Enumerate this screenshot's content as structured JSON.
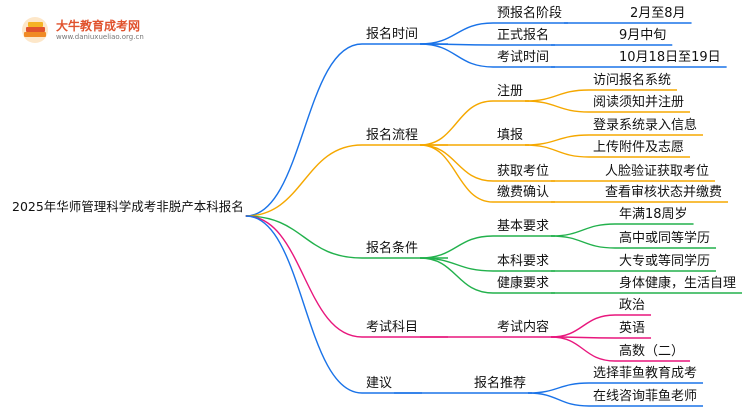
{
  "logo": {
    "title": "大牛教育成考网",
    "url": "www.daniuxueliao.org.cn",
    "icon": "book-stack-icon"
  },
  "root": "2025年华师管理科学成考非脱产本科报名",
  "branches": [
    {
      "label": "报名时间",
      "color": "#1a73e8",
      "children": [
        {
          "label": "预报名阶段",
          "children": [
            {
              "label": "2月至8月"
            }
          ]
        },
        {
          "label": "正式报名",
          "children": [
            {
              "label": "9月中旬"
            }
          ]
        },
        {
          "label": "考试时间",
          "children": [
            {
              "label": "10月18日至19日"
            }
          ]
        }
      ]
    },
    {
      "label": "报名流程",
      "color": "#f5a800",
      "children": [
        {
          "label": "注册",
          "children": [
            {
              "label": "访问报名系统"
            },
            {
              "label": "阅读须知并注册"
            }
          ]
        },
        {
          "label": "填报",
          "children": [
            {
              "label": "登录系统录入信息"
            },
            {
              "label": "上传附件及志愿"
            }
          ]
        },
        {
          "label": "获取考位",
          "children": [
            {
              "label": "人脸验证获取考位"
            }
          ]
        },
        {
          "label": "缴费确认",
          "children": [
            {
              "label": "查看审核状态并缴费"
            }
          ]
        }
      ]
    },
    {
      "label": "报名条件",
      "color": "#22b14c",
      "children": [
        {
          "label": "基本要求",
          "children": [
            {
              "label": "年满18周岁"
            },
            {
              "label": "高中或同等学历"
            }
          ]
        },
        {
          "label": "本科要求",
          "children": [
            {
              "label": "大专或等同学历"
            }
          ]
        },
        {
          "label": "健康要求",
          "children": [
            {
              "label": "身体健康，生活自理"
            }
          ]
        }
      ]
    },
    {
      "label": "考试科目",
      "color": "#e8177d",
      "children": [
        {
          "label": "考试内容",
          "children": [
            {
              "label": "政治"
            },
            {
              "label": "英语"
            },
            {
              "label": "高数（二）"
            }
          ]
        }
      ]
    },
    {
      "label": "建议",
      "color": "#1a73e8",
      "children": [
        {
          "label": "报名推荐",
          "children": [
            {
              "label": "选择菲鱼教育成考"
            },
            {
              "label": "在线咨询菲鱼老师"
            }
          ]
        }
      ]
    }
  ]
}
